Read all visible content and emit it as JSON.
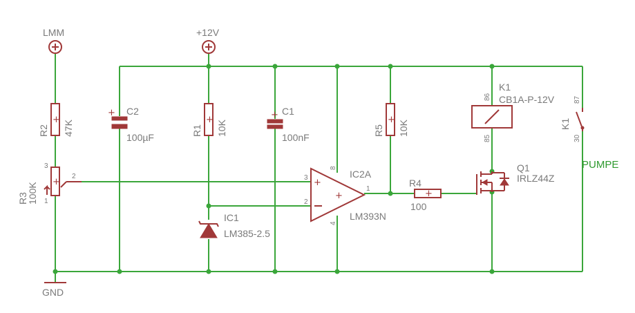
{
  "supplies": {
    "lmm": "LMM",
    "v12": "+12V",
    "gnd": "GND"
  },
  "parts": {
    "r2": {
      "ref": "R2",
      "value": "47K"
    },
    "r3": {
      "ref": "R3",
      "value": "100K",
      "pin1": "1",
      "pin2": "2",
      "pin3": "3"
    },
    "c2": {
      "ref": "C2",
      "value": "100µF"
    },
    "r1": {
      "ref": "R1",
      "value": "10K"
    },
    "ic1": {
      "ref": "IC1",
      "value": "LM385-2.5"
    },
    "c1": {
      "ref": "C1",
      "value": "100nF"
    },
    "ic2": {
      "ref": "IC2A",
      "value": "LM393N",
      "pin1": "1",
      "pin2": "2",
      "pin3": "3",
      "pin4": "4",
      "pin8": "8"
    },
    "r5": {
      "ref": "R5",
      "value": "10K"
    },
    "r4": {
      "ref": "R4",
      "value": "100"
    },
    "k1": {
      "ref": "K1",
      "value": "CB1A-P-12V",
      "pin86": "86",
      "pin85": "85"
    },
    "q1": {
      "ref": "Q1",
      "value": "IRLZ44Z"
    },
    "k1c": {
      "ref": "K1",
      "pin87": "87",
      "pin30": "30"
    }
  },
  "net_labels": {
    "pumpe": "PUMPE"
  },
  "colors": {
    "wire": "#3aa63a",
    "symbol": "#a03838",
    "text": "#7a7a7a",
    "net_label": "#2f9a2f"
  }
}
